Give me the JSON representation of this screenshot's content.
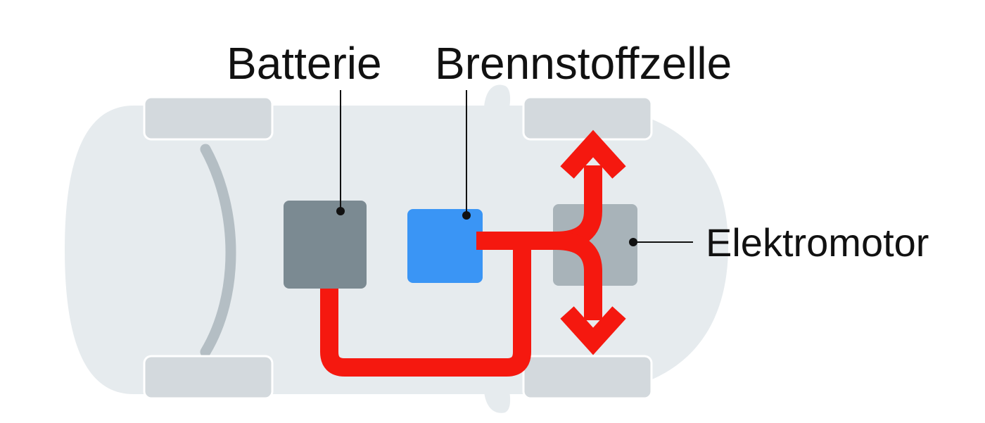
{
  "labels": {
    "battery": "Batterie",
    "fuel_cell": "Brennstoffzelle",
    "electric_motor": "Elektromotor"
  },
  "colors": {
    "car_body": "#e6ebee",
    "wheel": "#d3d9dd",
    "wheel_outline": "#ffffff",
    "axle": "#b4bec4",
    "battery": "#7b8a92",
    "fuel_cell": "#3a95f5",
    "motor": "#a8b3b9",
    "energy_flow": "#f5180f",
    "leader_line": "#111111"
  }
}
